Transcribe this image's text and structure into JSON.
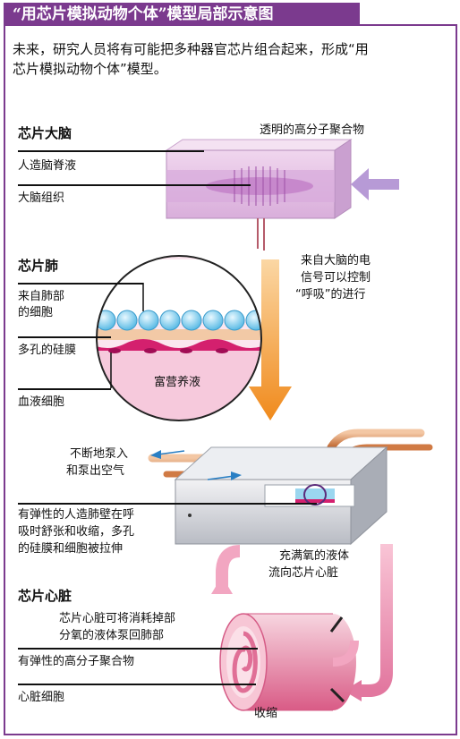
{
  "title": "“用芯片模拟动物个体”模型局部示意图",
  "intro": "未来，研究人员将有可能把多种器官芯片组合起来，形成“用芯片模拟动物个体”模型。",
  "brain": {
    "heading": "芯片大脑",
    "polymer_label": "透明的高分子聚合物",
    "csf_label": "人造脑脊液",
    "tissue_label": "大脑组织",
    "signal_label_1": "来自大脑的电",
    "signal_label_2": "信号可以控制",
    "signal_label_3": "“呼吸”的进行"
  },
  "lung": {
    "heading": "芯片肺",
    "cells_label_1": "来自肺部",
    "cells_label_2": "的细胞",
    "membrane_label": "多孔的硅膜",
    "blood_label": "血液细胞",
    "nutrient_label": "富营养液",
    "pump_label_1": "不断地泵入",
    "pump_label_2": "和泵出空气",
    "wall_label_1": "有弹性的人造肺壁在呼",
    "wall_label_2": "吸时舒张和收缩，多孔",
    "wall_label_3": "的硅膜和细胞被拉伸",
    "oxygen_label_1": "充满氧的液体",
    "oxygen_label_2": "流向芯片心脏"
  },
  "heart": {
    "heading": "芯片心脏",
    "return_label_1": "芯片心脏可将消耗掉部",
    "return_label_2": "分氧的液体泵回肺部",
    "polymer_label": "有弹性的高分子聚合物",
    "cells_label": "心脏细胞",
    "contract_label": "收缩"
  },
  "colors": {
    "title_bg": "#7b3a8e",
    "brain_box": "#e8c6e6",
    "arrow_orange": "#f29a2e",
    "pink_flow": "#e2779f",
    "cell_blue": "#6ec6ea",
    "membrane_pink": "#d4206e",
    "arrow_purple": "#b79ad6"
  }
}
